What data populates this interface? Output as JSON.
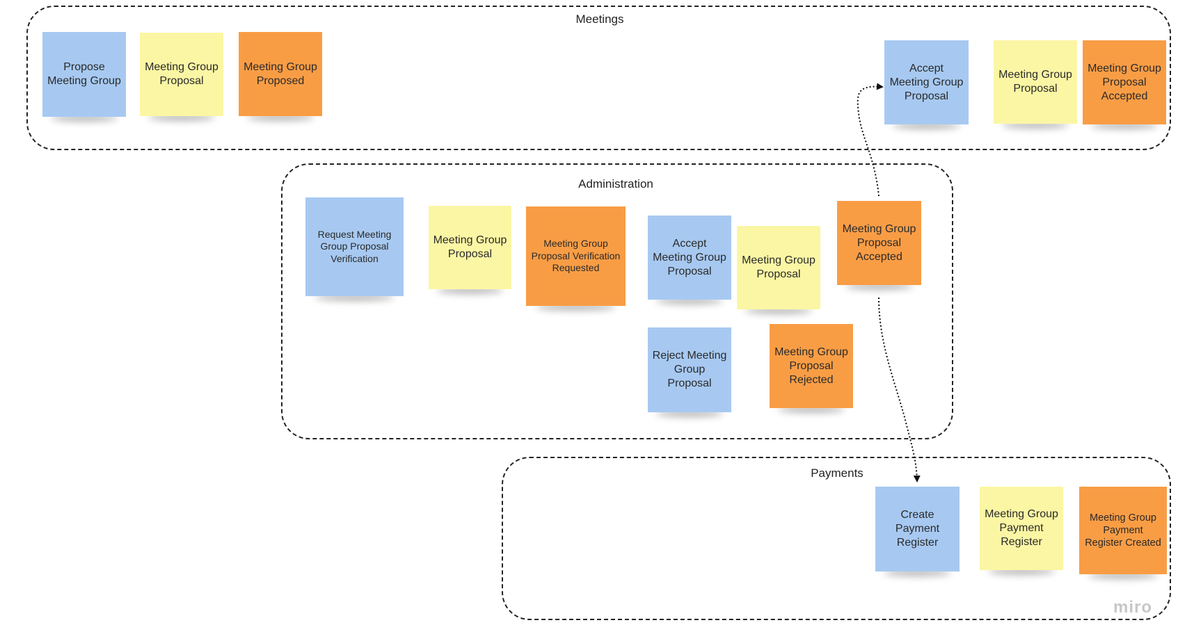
{
  "frames": {
    "meetings": {
      "title": "Meetings"
    },
    "administration": {
      "title": "Administration"
    },
    "payments": {
      "title": "Payments"
    }
  },
  "notes": {
    "propose_meeting_group": "Propose Meeting Group",
    "meeting_group_proposal_1": "Meeting Group Proposal",
    "meeting_group_proposed": "Meeting Group Proposed",
    "accept_meeting_group_proposal_1": "Accept Meeting Group Proposal",
    "meeting_group_proposal_2": "Meeting Group Proposal",
    "meeting_group_proposal_accepted_1": "Meeting Group Proposal Accepted",
    "request_verification": "Request Meeting Group Proposal Verification",
    "meeting_group_proposal_3": "Meeting Group Proposal",
    "verification_requested": "Meeting Group Proposal Verification Requested",
    "accept_meeting_group_proposal_2": "Accept Meeting Group Proposal",
    "meeting_group_proposal_4": "Meeting Group Proposal",
    "meeting_group_proposal_accepted_2": "Meeting Group Proposal Accepted",
    "reject_meeting_group_proposal": "Reject Meeting Group Proposal",
    "meeting_group_proposal_rejected": "Meeting Group Proposal Rejected",
    "create_payment_register": "Create Payment Register",
    "meeting_group_payment_register": "Meeting Group Payment Register",
    "payment_register_created": "Meeting Group Payment Register Created"
  },
  "colors": {
    "command": "#a7c9f1",
    "aggregate": "#fbf6a4",
    "event": "#f99d45"
  },
  "logo": "miro"
}
